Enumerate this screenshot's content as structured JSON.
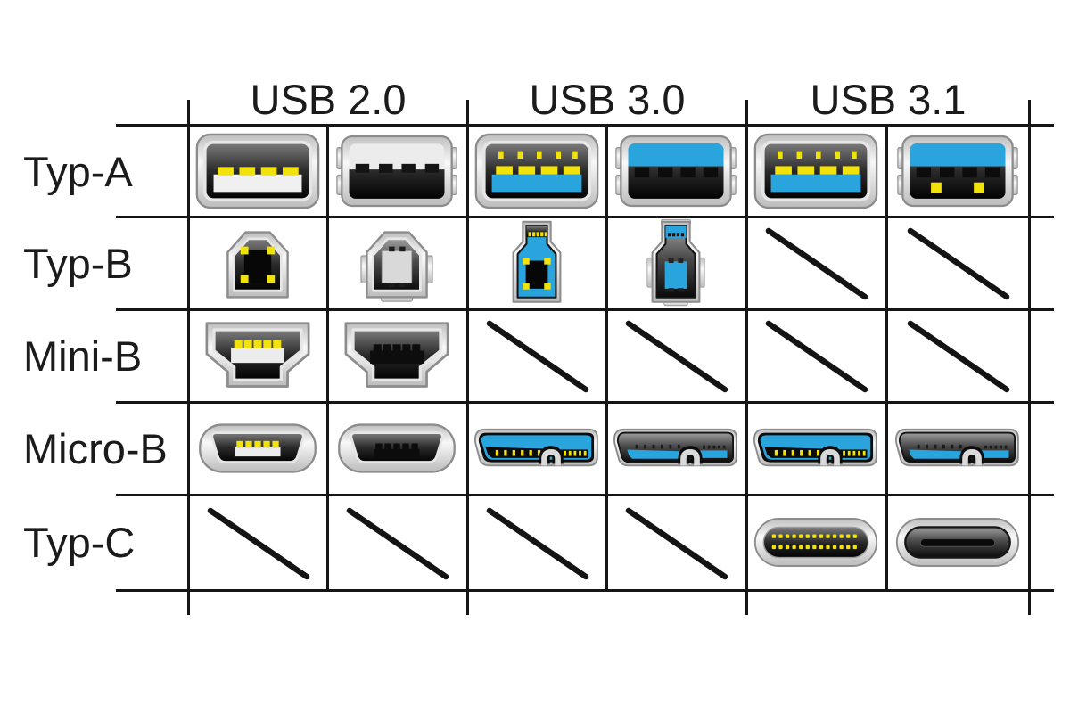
{
  "table": {
    "columns": [
      "USB 2.0",
      "USB 3.0",
      "USB 3.1"
    ],
    "row_labels": [
      "Typ-A",
      "Typ-B",
      "Mini-B",
      "Micro-B",
      "Typ-C"
    ],
    "rows": [
      {
        "label": "Typ-A",
        "cells": [
          "usb-a-20-receptacle",
          "usb-a-20-plug",
          "usb-a-30-receptacle",
          "usb-a-30-plug",
          "usb-a-31-receptacle",
          "usb-a-31-plug"
        ]
      },
      {
        "label": "Typ-B",
        "cells": [
          "usb-b-20-receptacle",
          "usb-b-20-plug",
          "usb-b-30-receptacle",
          "usb-b-30-plug",
          "not-available",
          "not-available"
        ]
      },
      {
        "label": "Mini-B",
        "cells": [
          "usb-mini-b-20-receptacle",
          "usb-mini-b-20-plug",
          "not-available",
          "not-available",
          "not-available",
          "not-available"
        ]
      },
      {
        "label": "Micro-B",
        "cells": [
          "usb-micro-b-20-receptacle",
          "usb-micro-b-20-plug",
          "usb-micro-b-30-receptacle",
          "usb-micro-b-30-plug",
          "usb-micro-b-31-receptacle",
          "usb-micro-b-31-plug"
        ]
      },
      {
        "label": "Typ-C",
        "cells": [
          "not-available",
          "not-available",
          "not-available",
          "not-available",
          "usb-c-31-receptacle",
          "usb-c-31-plug"
        ]
      }
    ]
  },
  "colors": {
    "usb3_blue": "#2AA4DD",
    "pin_yellow": "#F2E20B",
    "line_black": "#161616",
    "shell_silver": "#DCDCDC"
  }
}
